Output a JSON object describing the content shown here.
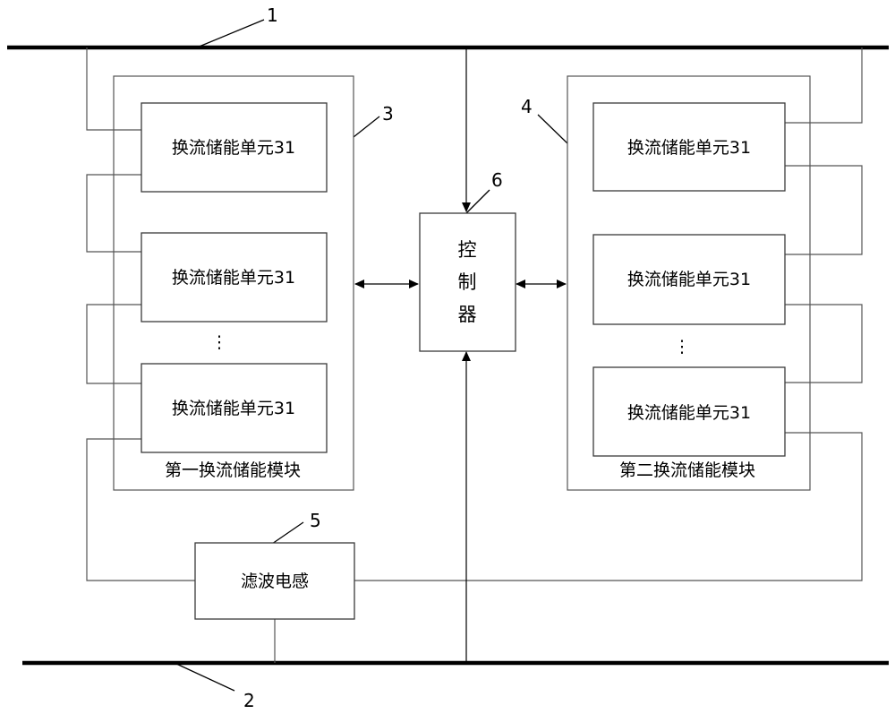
{
  "colors": {
    "line": "#555555",
    "bus": "#000000",
    "text": "#000000"
  },
  "references": {
    "upper_bus": "1",
    "lower_bus": "2",
    "first_module": "3",
    "second_module": "4",
    "filter_inductor": "5",
    "controller": "6"
  },
  "first_module": {
    "name": "第一换流储能模块",
    "units": [
      "换流储能单元31",
      "换流储能单元31",
      "换流储能单元31"
    ],
    "ellipsis": "⋮"
  },
  "second_module": {
    "name": "第二换流储能模块",
    "units": [
      "换流储能单元31",
      "换流储能单元31",
      "换流储能单元31"
    ],
    "ellipsis": "⋮"
  },
  "controller": {
    "chars": [
      "控",
      "制",
      "器"
    ]
  },
  "filter_inductor": {
    "name": "滤波电感"
  }
}
